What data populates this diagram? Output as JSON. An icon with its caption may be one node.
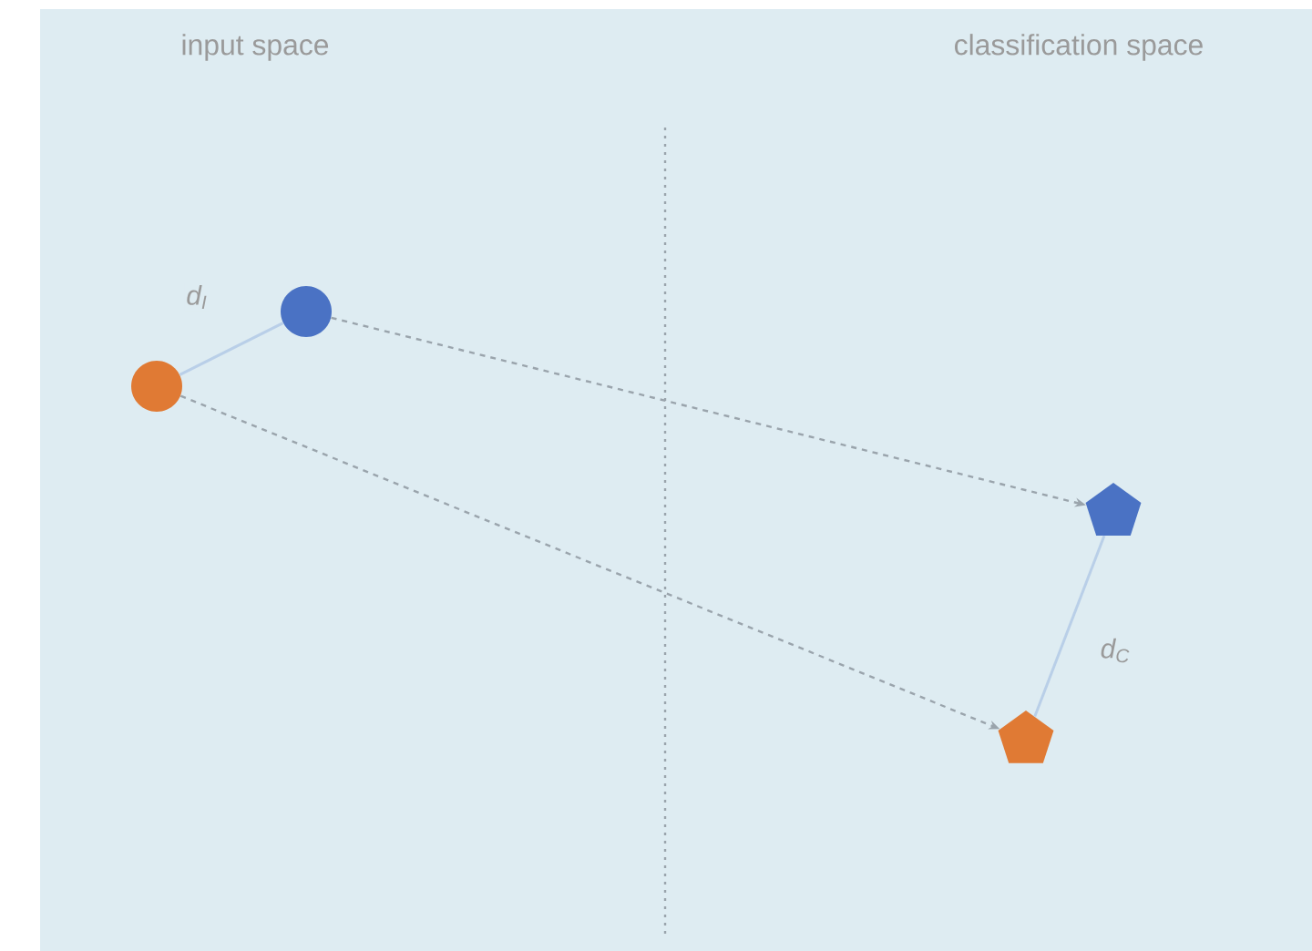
{
  "diagram": {
    "nodes": [
      {
        "text": [],
        "shape": "circle"
      },
      {
        "text": [],
        "shape": "circle"
      },
      {
        "text": [],
        "shape": "pentagon"
      },
      {
        "text": [],
        "shape": "pentagon"
      }
    ],
    "edges": [
      {
        "from": 0,
        "to": 1,
        "arrow": "none",
        "label": "d$_{I}$",
        "color": "#b9cfe8"
      },
      {
        "from": 1,
        "to": 3,
        "arrow": "to",
        "style": "dashed"
      },
      {
        "from": 0,
        "to": 2,
        "arrow": "to",
        "style": "dashed"
      },
      {
        "from": 3,
        "to": 2,
        "arrow": "none",
        "label": "d$_{C}$",
        "color": "#b9cfe8"
      }
    ],
    "labels": [
      "input space",
      "classification space"
    ]
  }
}
